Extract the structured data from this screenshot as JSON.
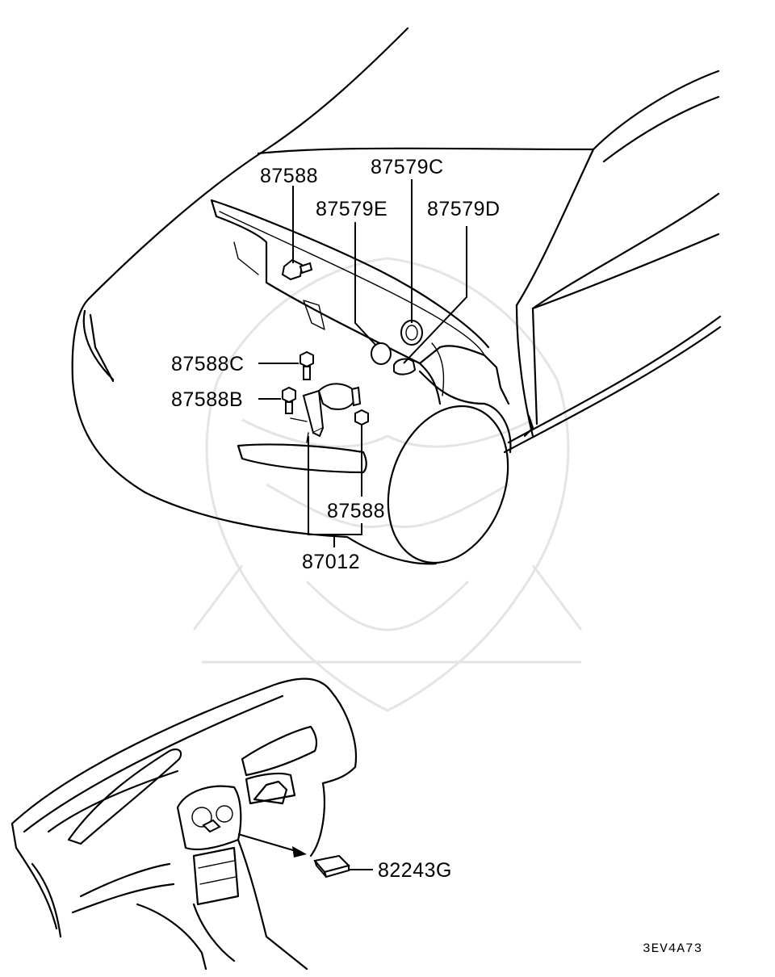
{
  "callouts": {
    "p87588_top": "87588",
    "p87579C": "87579C",
    "p87579E": "87579E",
    "p87579D": "87579D",
    "p87588C": "87588C",
    "p87588B": "87588B",
    "p87588_bottom": "87588",
    "p87012": "87012",
    "p82243G": "82243G"
  },
  "diagram_code": "3EV4A73"
}
